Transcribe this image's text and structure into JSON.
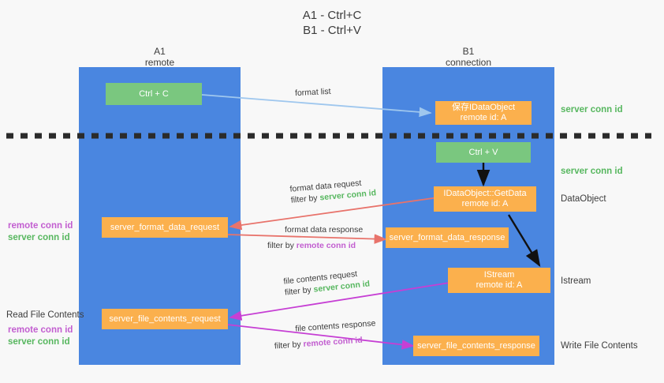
{
  "title": {
    "line1": "A1 - Ctrl+C",
    "line2": "B1 - Ctrl+V"
  },
  "columns": [
    {
      "name": "A1",
      "sub": "remote"
    },
    {
      "name": "B1",
      "sub": "connection"
    }
  ],
  "nodes": {
    "ctrl_c": {
      "label": "Ctrl + C"
    },
    "ctrl_v": {
      "label": "Ctrl + V"
    },
    "save_dataobject": {
      "line1": "保存IDataObject",
      "line2": "remote id: A"
    },
    "getdata": {
      "line1": "IDataObject::GetData",
      "line2": "remote id: A"
    },
    "istream": {
      "line1": "IStream",
      "line2": "remote id: A"
    },
    "server_format_data_request": {
      "label": "server_format_data_request"
    },
    "server_format_data_response": {
      "label": "server_format_data_response"
    },
    "server_file_contents_request": {
      "label": "server_file_contents_request"
    },
    "server_file_contents_response": {
      "label": "server_file_contents_response"
    }
  },
  "edges": {
    "format_list": {
      "label": "format list"
    },
    "format_data_request": {
      "line1": "format data request",
      "prefix": "filter by ",
      "conn": "server conn id"
    },
    "format_data_response": {
      "line1": "format data response",
      "prefix": "filter by ",
      "conn": "remote conn id"
    },
    "file_contents_request": {
      "line1": "file contents request",
      "prefix": "filter by ",
      "conn": "server conn id"
    },
    "file_contents_response": {
      "line1": "file contents response",
      "prefix": "filter by ",
      "conn": "remote conn id"
    }
  },
  "right_labels": {
    "server_conn_id_top": "server conn id",
    "server_conn_id_mid": "server conn id",
    "dataobject": "DataObject",
    "istream": "Istream",
    "write_file_contents": "Write File Contents"
  },
  "left_labels": {
    "remote_conn_id_top": "remote conn id",
    "server_conn_id_top": "server conn id",
    "read_file_contents": "Read File Contents",
    "remote_conn_id_bottom": "remote conn id",
    "server_conn_id_bottom": "server conn id"
  },
  "colors": {
    "lane": "#4a86e0",
    "green_box": "#7ac77f",
    "orange_box": "#fbb04d",
    "arrow_light_blue": "#9fc7ee",
    "arrow_red": "#e8736b",
    "arrow_magenta": "#c63fd4",
    "arrow_black": "#111111",
    "conn_green": "#57b75f",
    "conn_purple": "#c25ed0",
    "background": "#f8f8f8"
  }
}
